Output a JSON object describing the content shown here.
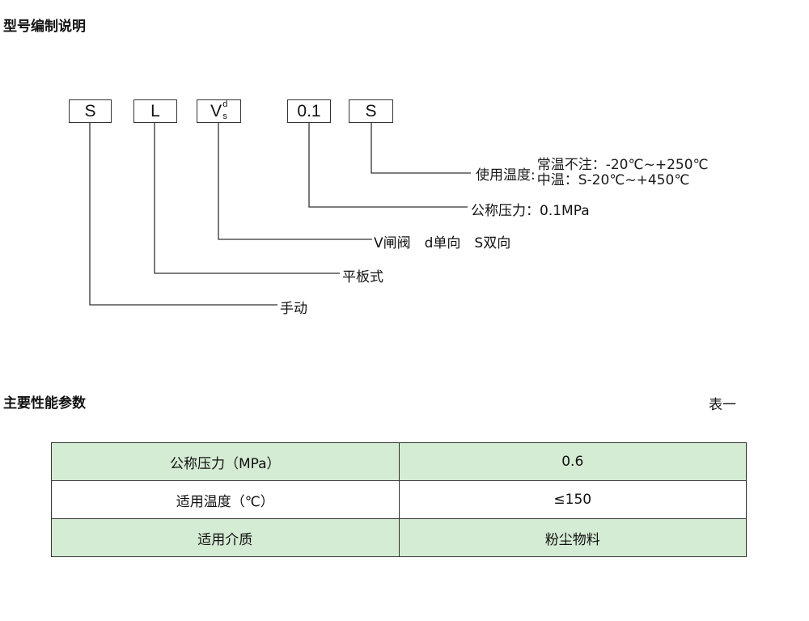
{
  "sections": {
    "model_title": "型号编制说明",
    "params_title": "主要性能参数",
    "table_ref": "表一"
  },
  "model_code": {
    "boxes": [
      "S",
      "L",
      "V",
      "0.1",
      "S"
    ],
    "box3_sup": "d",
    "box3_sub": "s"
  },
  "legend": {
    "temp_label": "使用温度:",
    "temp_normal": "常温不注：-20℃~+250℃",
    "temp_mid": "中温：S-20℃~+450℃",
    "pressure": "公称压力：0.1MPa",
    "valve_type": "V闸阀　d单向　S双向",
    "structure": "平板式",
    "drive": "手动"
  },
  "params_table": {
    "rows": [
      [
        "公称压力（MPa）",
        "0.6"
      ],
      [
        "适用温度（℃）",
        "≤150"
      ],
      [
        "适用介质",
        "粉尘物料"
      ]
    ]
  },
  "colors": {
    "shaded_row": "#d5ecd4",
    "line": "#333333"
  }
}
